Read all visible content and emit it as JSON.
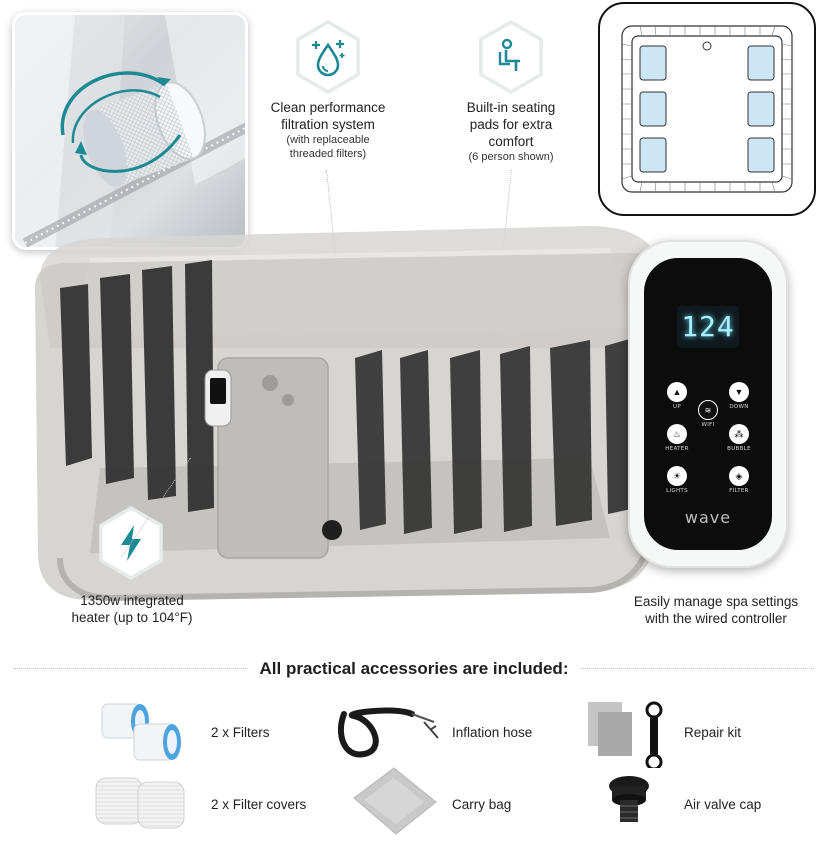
{
  "callouts": {
    "filtration": {
      "title_line1": "Clean performance",
      "title_line2": "filtration system",
      "sub_line1": "(with replaceable",
      "sub_line2": "threaded filters)",
      "icon": "water-drop-sparkle-icon"
    },
    "seating": {
      "title_line1": "Built-in seating",
      "title_line2": "pads for extra",
      "title_line3": "comfort",
      "sub": "(6 person shown)",
      "icon": "seated-person-icon"
    },
    "heater": {
      "line1": "1350w integrated",
      "line2": "heater (up to 104°F)",
      "icon": "lightning-bolt-icon"
    },
    "controller": {
      "line1": "Easily manage spa settings",
      "line2": "with the wired controller"
    }
  },
  "controller_panel": {
    "display_value": "124",
    "buttons": {
      "up": "UP",
      "down": "DOWN",
      "wifi": "WIFI",
      "heater": "HEATER",
      "bubble": "BUBBLE",
      "lights": "LIGHTS",
      "filter": "FILTER"
    },
    "brand": "wave"
  },
  "accessories": {
    "title": "All practical accessories are included:",
    "items": [
      {
        "label": "2 x Filters",
        "icon": "filter-cartridges-icon"
      },
      {
        "label": "Inflation hose",
        "icon": "hose-icon"
      },
      {
        "label": "Repair kit",
        "icon": "repair-kit-icon"
      },
      {
        "label": "2 x Filter covers",
        "icon": "filter-covers-icon"
      },
      {
        "label": "Carry bag",
        "icon": "carry-bag-icon"
      },
      {
        "label": "Air valve cap",
        "icon": "air-valve-cap-icon"
      }
    ]
  },
  "colors": {
    "accent_teal": "#1d8a93",
    "icon_hex_bg": "#e6eaea",
    "display_glow": "#a8f0ff",
    "divider": "#c6c6c6"
  }
}
